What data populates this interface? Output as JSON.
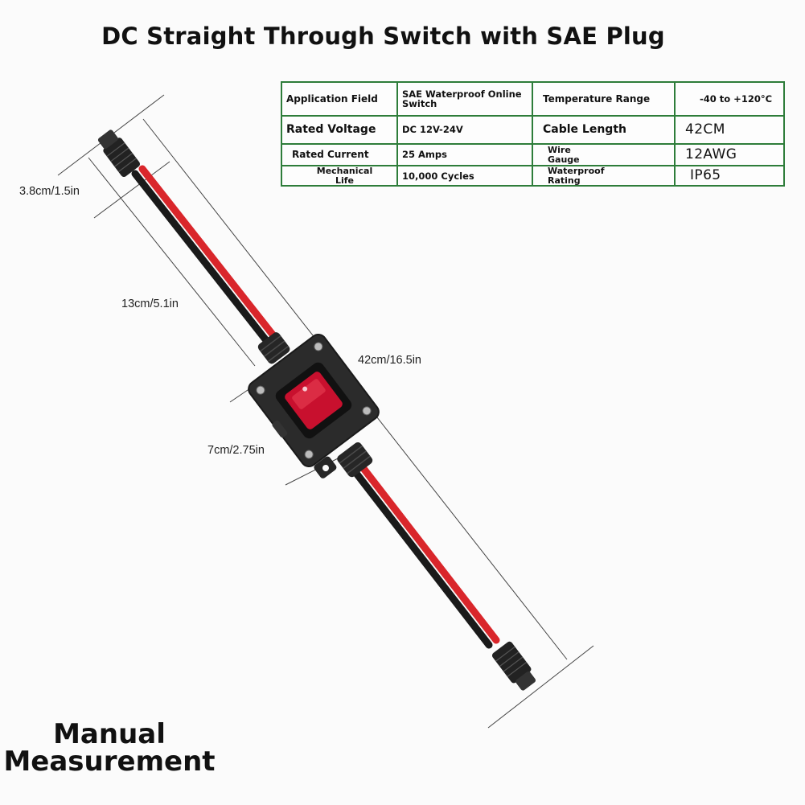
{
  "title": "DC Straight Through Switch with SAE Plug",
  "specs": {
    "rows": [
      [
        {
          "label": "Application Field",
          "value": "SAE Waterproof Online\nSwitch"
        },
        {
          "label": "Temperature Range",
          "value": "-40 to +120°C"
        }
      ],
      [
        {
          "label": "Rated Voltage",
          "value": "DC 12V-24V"
        },
        {
          "label": "Cable Length",
          "value": "42CM"
        }
      ],
      [
        {
          "label": "Rated Current",
          "value": "25 Amps"
        },
        {
          "label": "Wire\nGauge",
          "value": "12AWG"
        }
      ],
      [
        {
          "label": "Mechanical\nLife",
          "value": "10,000 Cycles"
        },
        {
          "label": "Waterproof\nRating",
          "value": "IP65"
        }
      ]
    ]
  },
  "dimensions": {
    "plug_length": "3.8cm/1.5in",
    "lead_length": "13cm/5.1in",
    "total_length": "42cm/16.5in",
    "switch_width": "7cm/2.75in"
  },
  "note": "Manual\nMeasurement",
  "colors": {
    "table_border": "#2e7d3a",
    "wire_red": "#d9262b",
    "wire_black": "#1a1a1a",
    "housing": "#2b2b2b",
    "rocker": "#c8102e"
  }
}
